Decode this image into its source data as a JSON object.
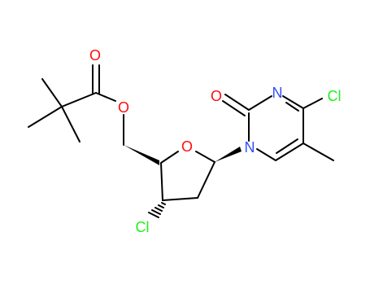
{
  "molecule": {
    "atoms": [
      {
        "id": "o_carbonyl_ester",
        "label": "O",
        "element": "O"
      },
      {
        "id": "o_ester",
        "label": "O",
        "element": "O"
      },
      {
        "id": "o_ring",
        "label": "O",
        "element": "O"
      },
      {
        "id": "cl_sugar",
        "label": "Cl",
        "element": "Cl"
      },
      {
        "id": "o_carbonyl_base",
        "label": "O",
        "element": "O"
      },
      {
        "id": "n_imine",
        "label": "N",
        "element": "N"
      },
      {
        "id": "n_glycosidic",
        "label": "N",
        "element": "N"
      },
      {
        "id": "cl_base",
        "label": "Cl",
        "element": "Cl"
      }
    ]
  },
  "colors": {
    "bond": "#000000",
    "O": "#ff0d0d",
    "N": "#3050f8",
    "Cl": "#1ff01f"
  }
}
